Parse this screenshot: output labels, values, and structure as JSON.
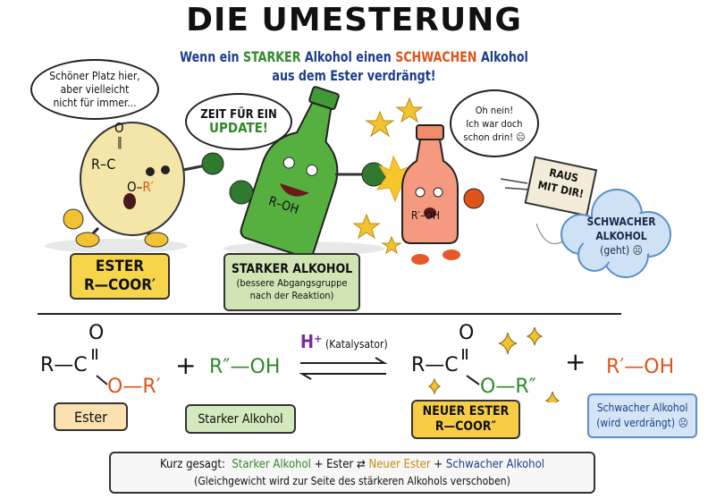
{
  "title": "DIE UMESTERUNG",
  "subtitle": {
    "line1": {
      "a": "Wenn ein",
      "b": "STARKER",
      "c": "Alkohol einen",
      "d": "SCHWACHEN",
      "e": "Alkohol"
    },
    "line2": "aus dem Ester verdrängt!"
  },
  "scene": {
    "bubble_ester": [
      "Schöner Platz hier,",
      "aber vielleicht",
      "nicht für immer..."
    ],
    "bubble_strong": [
      "ZEIT FÜR EIN",
      "UPDATE!"
    ],
    "bubble_weak": [
      "Oh nein!",
      "Ich war doch",
      "schon drin! ☹"
    ],
    "ester_formula": {
      "o": "O",
      "rc": "R–C",
      "or": "O–",
      "r1": "R′"
    },
    "strong_bottle_label": "R–OH",
    "weak_bottle_label": "R′–OH",
    "sign": [
      "RAUS",
      "MIT DIR!"
    ],
    "cloud": [
      "SCHWACHER",
      "ALKOHOL",
      "(geht) ☹"
    ],
    "label_ester": [
      "ESTER",
      "R—COOR′"
    ],
    "label_strong": [
      "STARKER ALKOHOL",
      "(bessere Abgangsgruppe",
      "nach der Reaktion)"
    ]
  },
  "equation": {
    "left_ester": {
      "o": "O",
      "rc": "R—C",
      "or": "O—R′"
    },
    "plus1": "+",
    "strong_alcohol": "R″—OH",
    "catalyst": "H⁺",
    "catalyst_label": "(Katalysator)",
    "right_ester": {
      "o": "O",
      "rc": "R—C",
      "or": "O—R″"
    },
    "plus2": "+",
    "weak_alcohol": "R′—OH",
    "label_ester": "Ester",
    "label_strong": "Starker Alkohol",
    "label_new_ester": [
      "NEUER ESTER",
      "R—COOR″"
    ],
    "label_weak": [
      "Schwacher Alkohol",
      "(wird verdrängt) ☹"
    ]
  },
  "summary": {
    "prefix": "Kurz gesagt:",
    "strong": "Starker Alkohol",
    "plus1": "+ Ester",
    "arrow": "⇄",
    "new_ester": "Neuer Ester",
    "plus2": "+",
    "weak": "Schwacher Alkohol",
    "note": "(Gleichgewicht wird zur Seite des stärkeren Alkohols verschoben)"
  },
  "colors": {
    "strong": "#2f8a2a",
    "weak": "#e0531a",
    "blue": "#1b3e8c",
    "ester": "#f3e6a8"
  }
}
